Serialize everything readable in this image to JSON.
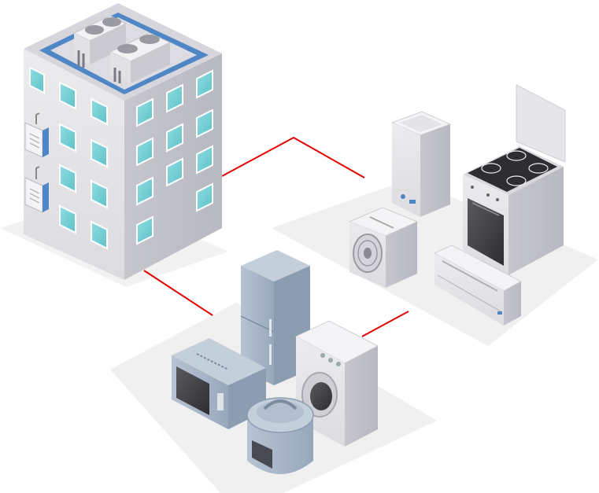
{
  "scene": {
    "background": "#ffffff",
    "objects": [
      "office-building",
      "water-heater",
      "electric-stove",
      "outdoor-ac-unit",
      "split-ac-indoor-unit",
      "refrigerator",
      "microwave",
      "washing-machine",
      "rice-cooker"
    ]
  },
  "colors": {
    "connector": "#e00000",
    "ground_pad": "#f1f1f1",
    "building_face": "#e6e6ea",
    "building_side": "#c9c9d0",
    "window_glass": "#7fd4d8",
    "roof_accent": "#4f86c6",
    "appliance_silver": "#dedfe3",
    "appliance_blue": "#a9b7c9"
  }
}
